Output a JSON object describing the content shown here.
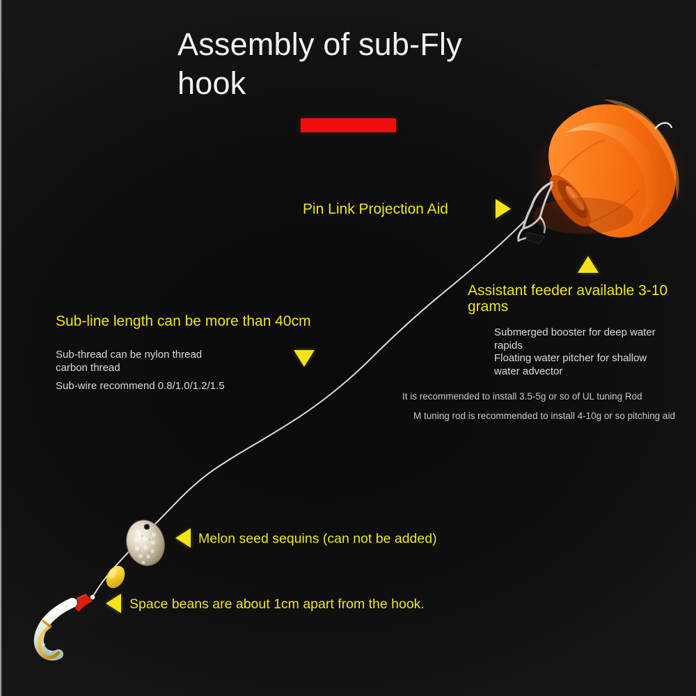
{
  "page": {
    "background_color": "#121212",
    "accent_yellow": "#efe51f",
    "accent_red": "#f20d0d",
    "float_orange": "#f97416"
  },
  "header": {
    "title": "Assembly of sub-Fly hook",
    "rule_color": "#f20d0d"
  },
  "annotations": {
    "pin_link": {
      "label": "Pin Link Projection Aid",
      "marker": "triangle-right-icon"
    },
    "assistant_feeder": {
      "marker": "triangle-up-icon",
      "label": "Assistant feeder available 3-10 grams",
      "notes": [
        "Submerged booster for deep water rapids",
        "Floating water pitcher for shallow water advector"
      ],
      "fine_print": [
        "It is recommended to install 3.5-5g or so of UL tuning Rod",
        "M tuning rod is recommended to install 4-10g or so pitching aid"
      ]
    },
    "sub_line": {
      "label": "Sub-line length can be more than 40cm",
      "marker": "triangle-down-icon",
      "notes": [
        "Sub-thread can be nylon thread carbon thread",
        "Sub-wire recommend 0.8/1.0/1.2/1.5"
      ]
    },
    "melon_seed": {
      "marker": "triangle-left-icon",
      "label": "Melon seed sequins (can not be added)"
    },
    "space_beans": {
      "marker": "triangle-left-icon",
      "label": "Space beans are about 1cm apart from the hook."
    }
  },
  "tackle": {
    "float": "orange-teardrop-float",
    "snap_clip": "wire-snap-clip",
    "main_line": "monofilament-line",
    "spinner_blade": "melon-seed-spinner-blade",
    "bead": "yellow-space-bean",
    "fly_hook": "white-red-fly-hook"
  },
  "chart_data": null
}
